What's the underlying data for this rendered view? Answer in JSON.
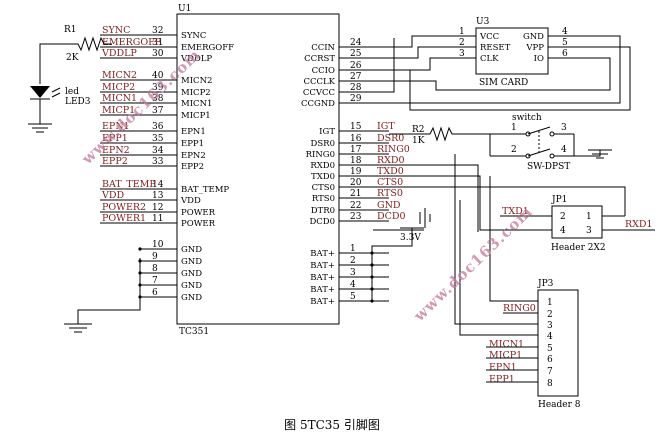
{
  "caption": "图 5TC35 引脚图",
  "watermark": "www.doc163.com",
  "u1": {
    "ref": "U1",
    "part": "TC351",
    "pins": [
      {
        "name": "SYNC",
        "num": "32",
        "net": "SYNC"
      },
      {
        "name": "EMERGOFF",
        "num": "31",
        "net": "EMERGOFF"
      },
      {
        "name": "VDDLP",
        "num": "30",
        "net": "VDDLP"
      },
      {
        "name": "MICN2",
        "num": "40",
        "net": "MICN2"
      },
      {
        "name": "MICP2",
        "num": "39",
        "net": "MICP2"
      },
      {
        "name": "MICN1",
        "num": "38",
        "net": "MICN1"
      },
      {
        "name": "MICP1",
        "num": "37",
        "net": "MICP1"
      },
      {
        "name": "EPN1",
        "num": "36",
        "net": "EPN1"
      },
      {
        "name": "EPP1",
        "num": "35",
        "net": "EPP1"
      },
      {
        "name": "EPN2",
        "num": "34",
        "net": "EPN2"
      },
      {
        "name": "EPP2",
        "num": "33",
        "net": "EPP2"
      },
      {
        "name": "BAT_TEMP",
        "num": "14",
        "net": "BAT_TEMP"
      },
      {
        "name": "VDD",
        "num": "13",
        "net": "VDD"
      },
      {
        "name": "POWER",
        "num": "12",
        "net": "POWER2"
      },
      {
        "name": "POWER",
        "num": "11",
        "net": "POWER1"
      },
      {
        "name": "GND",
        "num": "10",
        "net": ""
      },
      {
        "name": "GND",
        "num": "9",
        "net": ""
      },
      {
        "name": "GND",
        "num": "8",
        "net": ""
      },
      {
        "name": "GND",
        "num": "7",
        "net": ""
      },
      {
        "name": "GND",
        "num": "6",
        "net": ""
      },
      {
        "name": "CCIN",
        "num": "24",
        "net": ""
      },
      {
        "name": "CCRST",
        "num": "25",
        "net": ""
      },
      {
        "name": "CCIO",
        "num": "26",
        "net": ""
      },
      {
        "name": "CCCLK",
        "num": "27",
        "net": ""
      },
      {
        "name": "CCVCC",
        "num": "28",
        "net": ""
      },
      {
        "name": "CCGND",
        "num": "29",
        "net": ""
      },
      {
        "name": "IGT",
        "num": "15",
        "net": "IGT"
      },
      {
        "name": "DSR0",
        "num": "16",
        "net": "DSR0"
      },
      {
        "name": "RING0",
        "num": "17",
        "net": "RING0"
      },
      {
        "name": "RXD0",
        "num": "18",
        "net": "RXD0"
      },
      {
        "name": "TXD0",
        "num": "19",
        "net": "TXD0"
      },
      {
        "name": "CTS0",
        "num": "20",
        "net": "CTS0"
      },
      {
        "name": "RTS0",
        "num": "21",
        "net": "RTS0"
      },
      {
        "name": "DTR0",
        "num": "22",
        "net": "GND"
      },
      {
        "name": "DCD0",
        "num": "23",
        "net": "DCD0"
      },
      {
        "name": "BAT+",
        "num": "1",
        "net": ""
      },
      {
        "name": "BAT+",
        "num": "2",
        "net": ""
      },
      {
        "name": "BAT+",
        "num": "3",
        "net": ""
      },
      {
        "name": "BAT+",
        "num": "4",
        "net": ""
      },
      {
        "name": "BAT+",
        "num": "5",
        "net": ""
      }
    ]
  },
  "u3": {
    "ref": "U3",
    "part": "SIM CARD",
    "pins": [
      {
        "name": "VCC",
        "num": "1"
      },
      {
        "name": "RESET",
        "num": "2"
      },
      {
        "name": "CLK",
        "num": "3"
      },
      {
        "name": "GND",
        "num": "4"
      },
      {
        "name": "VPP",
        "num": "5"
      },
      {
        "name": "IO",
        "num": "6"
      }
    ]
  },
  "r1": {
    "ref": "R1",
    "value": "2K"
  },
  "led": {
    "ref": "LED3",
    "label": "led"
  },
  "r2": {
    "ref": "R2",
    "value": "1K"
  },
  "sw": {
    "label": "switch",
    "part": "SW-DPST",
    "pins": [
      "1",
      "2",
      "3",
      "4"
    ]
  },
  "jp1": {
    "ref": "JP1",
    "part": "Header 2X2",
    "pins": [
      "1",
      "2",
      "3",
      "4"
    ],
    "txd": "TXD1",
    "rxd": "RXD1"
  },
  "jp3": {
    "ref": "JP3",
    "part": "Header 8",
    "pins": [
      "1",
      "2",
      "3",
      "4",
      "5",
      "6",
      "7",
      "8"
    ],
    "nets": [
      "RING0",
      "MICN1",
      "MICP1",
      "EPN1",
      "EPP1"
    ]
  },
  "supply": "3.3V"
}
